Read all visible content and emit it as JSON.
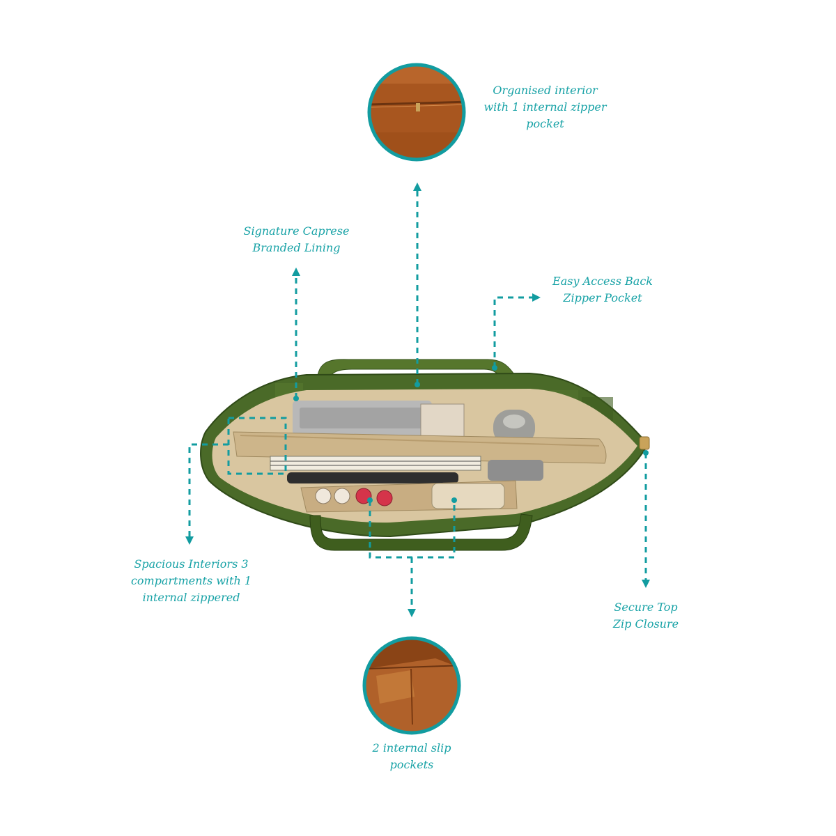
{
  "colors": {
    "accent": "#129ca0",
    "text": "#17a2a6",
    "bag_green": "#4a6a28",
    "bag_dark_green": "#2f4a17",
    "lining": "#d9c6a0",
    "pocket_leather": "#a85a24",
    "background": "#ffffff"
  },
  "callouts": {
    "interior_zipper_pocket": [
      "Organised interior",
      "with 1 internal zipper",
      "pocket"
    ],
    "branded_lining": [
      "Signature Caprese",
      "Branded Lining"
    ],
    "back_zipper_pocket": [
      "Easy Access Back",
      "Zipper Pocket"
    ],
    "compartments": [
      "Spacious Interiors 3",
      "compartments with 1",
      "internal zippered"
    ],
    "top_zip_closure": [
      "Secure Top",
      "Zip Closure"
    ],
    "slip_pockets": [
      "2 internal slip",
      "pockets"
    ]
  }
}
